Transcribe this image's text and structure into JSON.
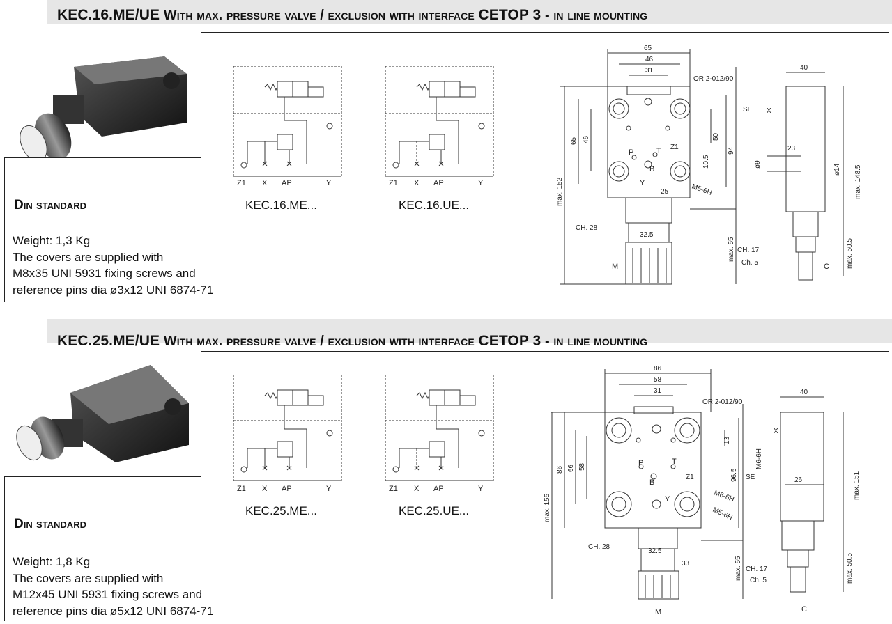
{
  "sections": [
    {
      "code": "KEC.16.ME/UE",
      "title_rest": "With max. pressure valve / exclusion with interface",
      "interface": "CETOP 3",
      "title_tail": "- in line mounting",
      "standard": "Din standard",
      "weight": "Weight: 1,3 Kg",
      "info_lines": [
        "The covers are supplied with",
        "M8x35 UNI 5931 fixing screws and",
        "reference pins dia  ø3x12 UNI 6874-71"
      ],
      "caption_me": "KEC.16.ME...",
      "caption_ue": "KEC.16.UE...",
      "ports": [
        "Z1",
        "X",
        "AP",
        "Y"
      ],
      "dims": {
        "d65": "65",
        "d46": "46",
        "d31": "31",
        "or": "OR 2-012/90",
        "d40": "40",
        "se": "SE",
        "x": "X",
        "d23": "23",
        "d9": "ø9",
        "d14": "ø14",
        "d1485": "max. 148.5",
        "d152": "max. 152",
        "d65v": "65",
        "d46v": "46",
        "d50": "50",
        "d105": "10.5",
        "d94": "94",
        "d25": "25",
        "m5": "M5-6H",
        "ch28": "CH. 28",
        "d325": "32.5",
        "max55": "max. 55",
        "ch17": "CH. 17",
        "ch5": "Ch. 5",
        "max505": "max. 50.5",
        "m": "M",
        "c": "C",
        "p": "P",
        "t": "T",
        "b": "B",
        "y": "Y",
        "z1": "Z1"
      }
    },
    {
      "code": "KEC.25.ME/UE",
      "title_rest": "With max. pressure valve / exclusion with interface",
      "interface": "CETOP 3",
      "title_tail": "- in line mounting",
      "standard": "Din standard",
      "weight": "Weight: 1,8 Kg",
      "info_lines": [
        "The covers are supplied with",
        "M12x45 UNI 5931 fixing screws and",
        "reference pins dia ø5x12 UNI 6874-71"
      ],
      "caption_me": "KEC.25.ME...",
      "caption_ue": "KEC.25.UE...",
      "ports": [
        "Z1",
        "X",
        "AP",
        "Y"
      ],
      "dims": {
        "d86": "86",
        "d58": "58",
        "d31": "31",
        "or": "OR 2-012/90",
        "d40": "40",
        "d13": "13",
        "m6a": "M6-6H",
        "se": "SE",
        "x": "X",
        "d86v": "86",
        "d66": "66",
        "d58v": "58",
        "d965": "96.5",
        "d155": "max. 155",
        "d151": "max. 151",
        "d26": "26",
        "m6b": "M6-6H",
        "m5": "M5-6H",
        "ch28": "CH. 28",
        "d325": "32.5",
        "d33": "33",
        "max55": "max. 55",
        "ch17": "CH. 17",
        "ch5": "Ch. 5",
        "max505": "max. 50.5",
        "m": "M",
        "c": "C",
        "p": "P",
        "t": "T",
        "b": "B",
        "y": "Y",
        "z1": "Z1"
      }
    }
  ]
}
